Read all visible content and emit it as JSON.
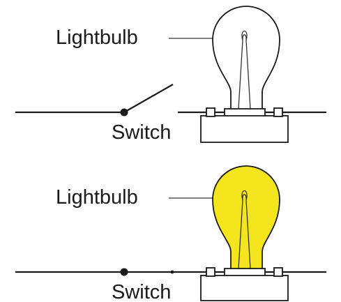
{
  "panels": [
    {
      "state": "off",
      "bulb_label": "Lightbulb",
      "switch_label": "Switch",
      "bulb_fill": "#ffffff"
    },
    {
      "state": "on",
      "bulb_label": "Lightbulb",
      "switch_label": "Switch",
      "bulb_fill": "#f5e51d"
    }
  ],
  "colors": {
    "line": "#1a1a1a",
    "background": "#ffffff",
    "lit_bulb": "#f5e51d"
  }
}
